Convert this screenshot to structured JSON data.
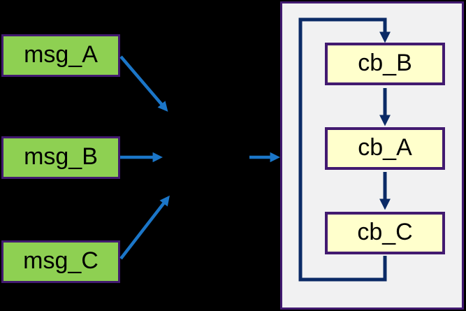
{
  "diagram": {
    "message_boxes": [
      {
        "label": "msg_A"
      },
      {
        "label": "msg_B"
      },
      {
        "label": "msg_C"
      }
    ],
    "callback_container": {
      "callback_boxes": [
        {
          "label": "cb_B"
        },
        {
          "label": "cb_A"
        },
        {
          "label": "cb_C"
        }
      ]
    },
    "colors": {
      "background": "#000000",
      "message_fill": "#8ed052",
      "callback_fill": "#ffffcc",
      "container_fill": "#f1f1f2",
      "purple_border": "#421a70",
      "fan_in_arrow": "#1b76c8",
      "loop_arrow": "#0b2a66"
    }
  }
}
